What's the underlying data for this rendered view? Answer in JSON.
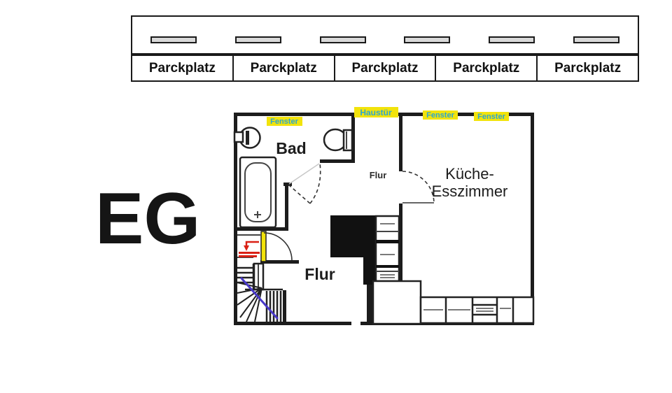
{
  "floor_label": "EG",
  "parking": {
    "stalls": [
      "Parckplatz",
      "Parckplatz",
      "Parckplatz",
      "Parckplatz",
      "Parckplatz"
    ]
  },
  "plan": {
    "rooms": {
      "bathroom": "Bad",
      "hall_upper": "Flur",
      "hall_lower": "Flur",
      "kitchen_line1": "Küche-",
      "kitchen_line2": "Esszimmer"
    },
    "openings": {
      "window_bathroom": "Fenster",
      "front_door": "Haustür",
      "window_kitchen_left": "Fenster",
      "window_kitchen_right": "Fenster"
    },
    "fixtures": {
      "bathtub": "bathtub",
      "sink": "washbasin",
      "toilet": "toilet",
      "stairs": "winder-staircase",
      "heater": "heater",
      "chimney": "chimney-block",
      "kitchen_units": "kitchen-cabinets"
    },
    "colors": {
      "opening_highlight": "#f2e30b",
      "opening_text": "#2ea6cf",
      "stair_direction_line": "#4838c8",
      "heater_mark": "#d92015",
      "wall": "#1c1c1c"
    }
  }
}
